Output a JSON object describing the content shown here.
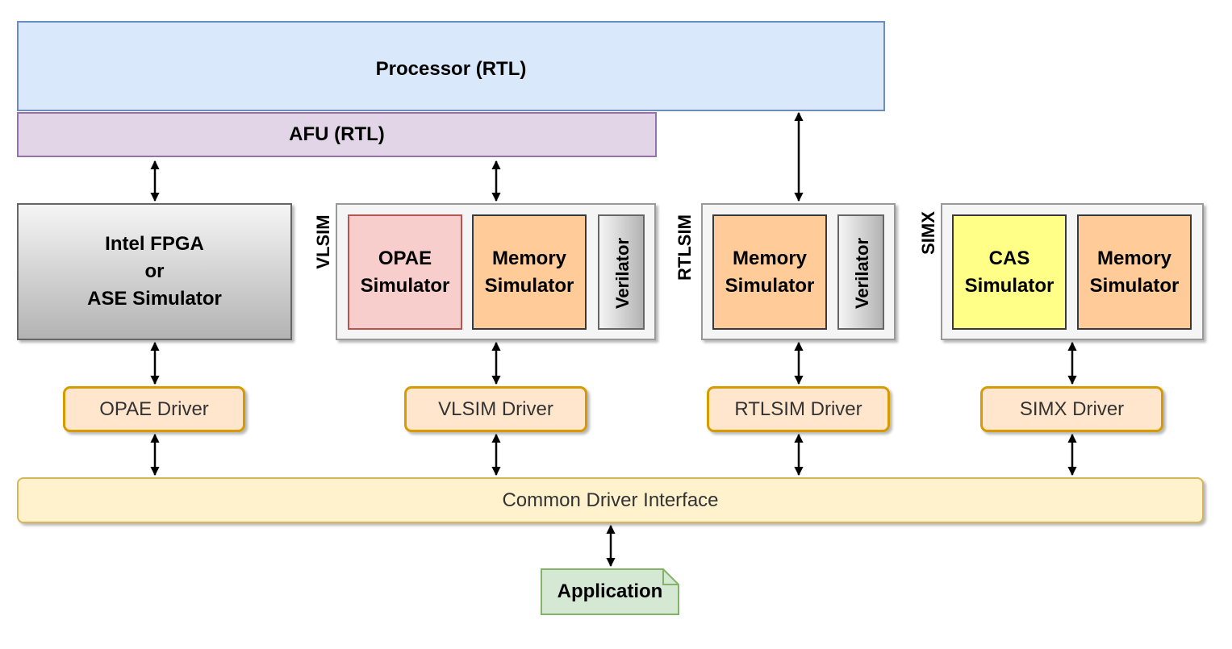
{
  "processor": {
    "label": "Processor (RTL)"
  },
  "afu": {
    "label": "AFU (RTL)"
  },
  "fpga": {
    "label": "Intel FPGA\nor\nASE Simulator"
  },
  "vlsim": {
    "title": "VLSIM",
    "opae_sim": "OPAE\nSimulator",
    "memory_sim": "Memory\nSimulator",
    "verilator": "Verilator"
  },
  "rtlsim": {
    "title": "RTLSIM",
    "memory_sim": "Memory\nSimulator",
    "verilator": "Verilator"
  },
  "simx": {
    "title": "SIMX",
    "cas_sim": "CAS\nSimulator",
    "memory_sim": "Memory\nSimulator"
  },
  "drivers": {
    "opae": "OPAE Driver",
    "vlsim": "VLSIM Driver",
    "rtlsim": "RTLSIM Driver",
    "simx": "SIMX Driver"
  },
  "common_interface": "Common Driver Interface",
  "application": "Application",
  "colors": {
    "processor_fill": "#dae8fc",
    "processor_stroke": "#6c8ebf",
    "afu_fill": "#e1d5e7",
    "afu_stroke": "#9673a6",
    "opae_sim_fill": "#f8cecc",
    "opae_sim_stroke": "#b85450",
    "memory_fill": "#ffcc99",
    "memory_stroke": "#36393d",
    "cas_fill": "#ffff88",
    "driver_fill": "#ffe6cc",
    "driver_stroke": "#d79b00",
    "interface_fill": "#fff2cc",
    "interface_stroke": "#d6b656",
    "application_fill": "#d5e8d4",
    "application_stroke": "#82b366"
  }
}
